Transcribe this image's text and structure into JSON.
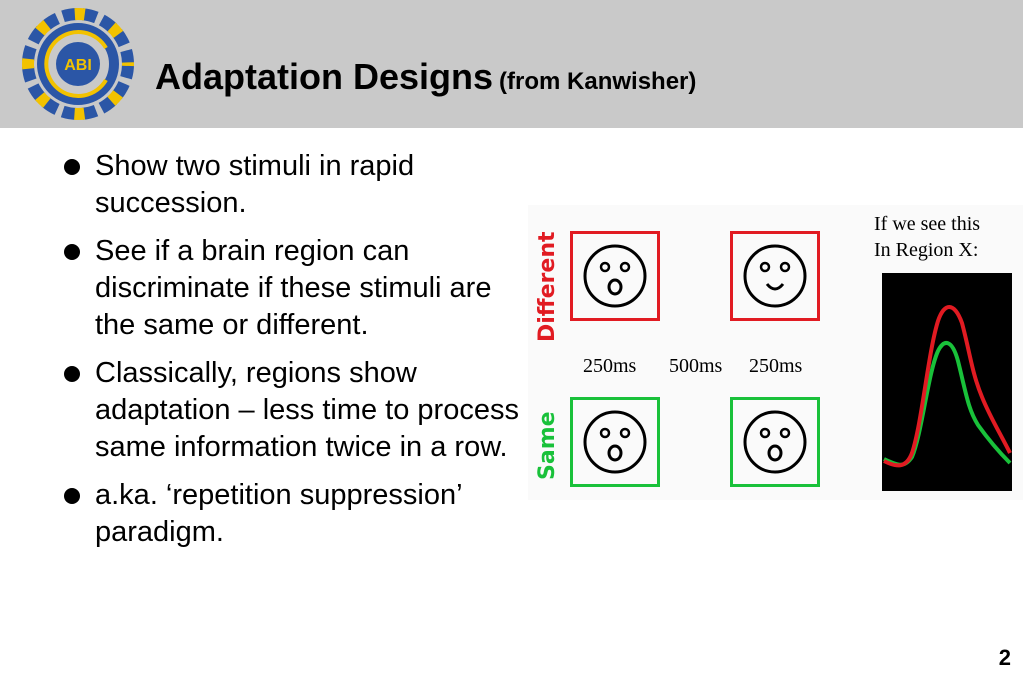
{
  "slide": {
    "title": "Adaptation Designs",
    "title_sub": "(from Kanwisher)",
    "logo_text": "ABI",
    "page_number": "2"
  },
  "bullets": [
    {
      "text": "Show two stimuli in rapid succession."
    },
    {
      "text": "See if a brain region can discriminate if these stimuli are the same or different."
    },
    {
      "text": "Classically, regions show adaptation – less time to process same information twice in a row."
    },
    {
      "text": "a.ka. ‘repetition suppression’ paradigm."
    }
  ],
  "figure": {
    "label_different": "Different",
    "label_same": "Same",
    "timing": [
      "250ms",
      "500ms",
      "250ms"
    ],
    "caption_line1": "If we see this",
    "caption_line2": "In Region X:",
    "colors": {
      "different": "#e11b22",
      "same": "#19c13a"
    },
    "faces": {
      "different_first": "surprised-face",
      "different_second": "smiling-face",
      "same_first": "surprised-face",
      "same_second": "surprised-face"
    }
  }
}
